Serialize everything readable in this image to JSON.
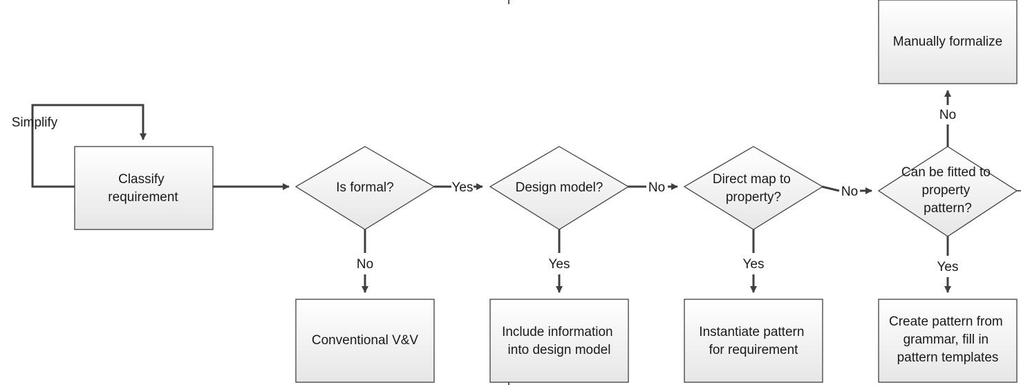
{
  "colors": {
    "stroke": "#3f3f3f",
    "fill_top": "#ffffff",
    "fill_bottom": "#e6e6e6",
    "text": "#1a1a1a"
  },
  "nodes": {
    "classify": {
      "lines": [
        "Classify",
        "requirement"
      ]
    },
    "is_formal": {
      "lines": [
        "Is formal?"
      ]
    },
    "design_model_q": {
      "lines": [
        "Design model?"
      ]
    },
    "direct_map": {
      "lines": [
        "Direct map to",
        "property?"
      ]
    },
    "can_fit": {
      "lines": [
        "Can be fitted to",
        "property",
        "pattern?"
      ]
    },
    "conventional": {
      "lines": [
        "Conventional V&V"
      ]
    },
    "include_info": {
      "lines": [
        "Include information",
        "into design model"
      ]
    },
    "instantiate": {
      "lines": [
        "Instantiate pattern",
        "for requirement"
      ]
    },
    "create_pattern": {
      "lines": [
        "Create pattern from",
        "grammar, fill in",
        "pattern templates"
      ]
    },
    "manually": {
      "lines": [
        "Manually formalize"
      ]
    }
  },
  "edges": {
    "simplify": "Simplify",
    "formal_yes": "Yes",
    "formal_no": "No",
    "design_no": "No",
    "design_yes": "Yes",
    "direct_no": "No",
    "direct_yes": "Yes",
    "fit_no": "No",
    "fit_yes": "Yes"
  }
}
